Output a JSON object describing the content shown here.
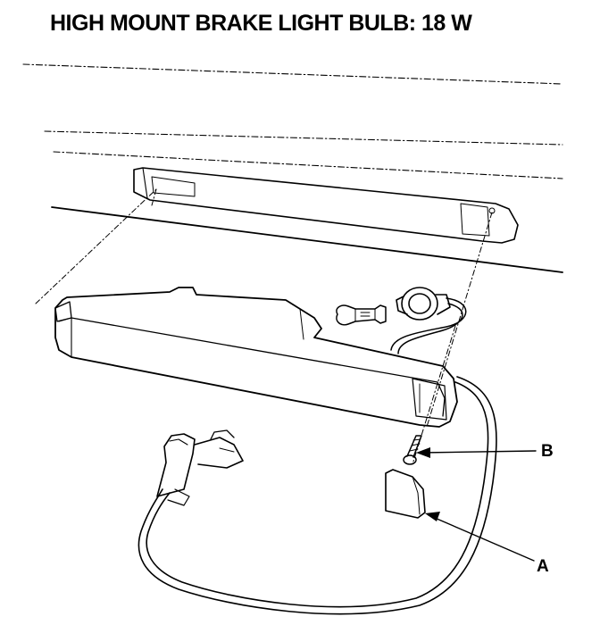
{
  "title": "HIGH MOUNT BRAKE LIGHT BULB: 18 W",
  "callouts": {
    "a": "A",
    "b": "B"
  }
}
